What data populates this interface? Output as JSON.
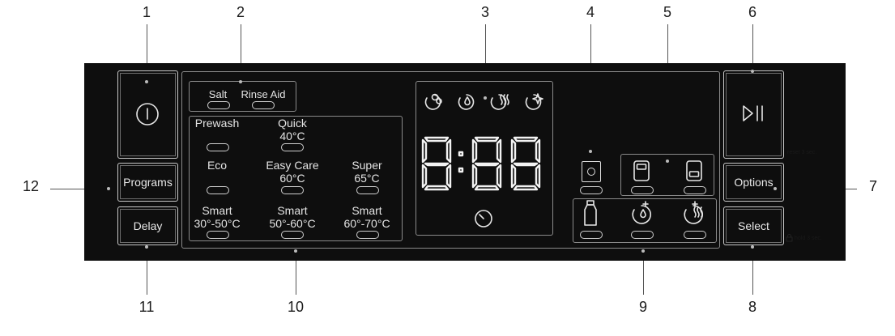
{
  "callouts": {
    "c1": "1",
    "c2": "2",
    "c3": "3",
    "c4": "4",
    "c5": "5",
    "c6": "6",
    "c7": "7",
    "c8": "8",
    "c9": "9",
    "c10": "10",
    "c11": "11",
    "c12": "12"
  },
  "buttons": {
    "programs": "Programs",
    "delay": "Delay",
    "options": "Options",
    "select": "Select"
  },
  "notes": {
    "reset": "reset 3 sec.",
    "hold": "hold 3 sec."
  },
  "indicators": {
    "salt": "Salt",
    "rinse_aid": "Rinse Aid"
  },
  "programs": {
    "prewash": "Prewash",
    "quick_name": "Quick",
    "quick_temp": "40°C",
    "eco": "Eco",
    "easycare_name": "Easy Care",
    "easycare_temp": "60°C",
    "super_name": "Super",
    "super_temp": "65°C",
    "smart1_name": "Smart",
    "smart1_temp": "30°-50°C",
    "smart2_name": "Smart",
    "smart2_temp": "50°-60°C",
    "smart3_name": "Smart",
    "smart3_temp": "60°-70°C"
  },
  "display": {
    "digits": "8:88",
    "status_icons": [
      "wash-icon",
      "rinse-icon",
      "dry-icon",
      "finish-icon"
    ],
    "clock_icon": "clock-icon"
  },
  "options": {
    "single_icon": "single-rack-icon",
    "upper_icon": "upper-rack-icon",
    "lower_icon": "lower-rack-icon",
    "extra_icons": [
      "detergent-bottle-icon",
      "extra-rinse-icon",
      "extra-dry-icon"
    ]
  }
}
